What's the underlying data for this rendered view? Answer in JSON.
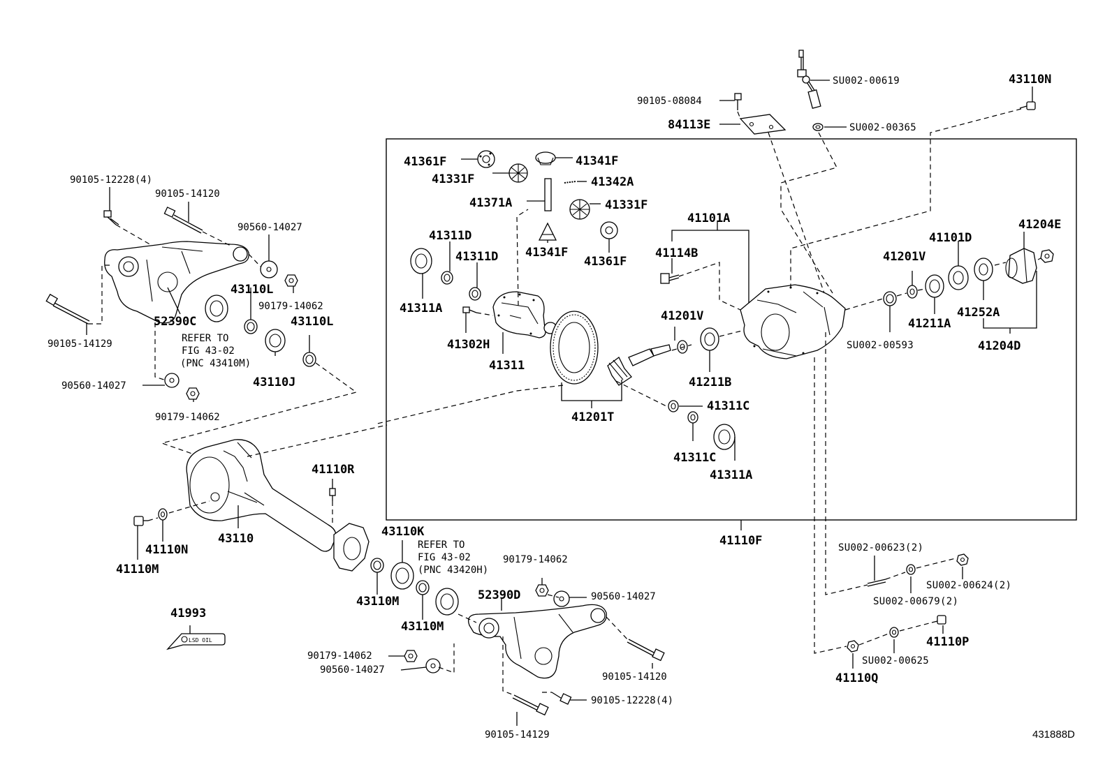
{
  "labels": {
    "l_90105_12228_4_tl": "90105-12228(4)",
    "l_90105_14120_tl": "90105-14120",
    "l_90560_14027_tl": "90560-14027",
    "l_43110L_a": "43110L",
    "l_90179_14062_tl": "90179-14062",
    "l_52390C": "52390C",
    "l_refer_to_1": "REFER TO",
    "l_fig_1": "FIG 43-02",
    "l_pnc_1": "(PNC 43410M)",
    "l_43110L_b": "43110L",
    "l_43110J": "43110J",
    "l_90105_14129_tl": "90105-14129",
    "l_90560_14027_ml": "90560-14027",
    "l_90179_14062_ml": "90179-14062",
    "l_41110R": "41110R",
    "l_43110": "43110",
    "l_41110N": "41110N",
    "l_41110M": "41110M",
    "l_43110K": "43110K",
    "l_refer_to_2": "REFER TO",
    "l_fig_2": "FIG 43-02",
    "l_pnc_2": "(PNC 43420H)",
    "l_43110M_a": "43110M",
    "l_43110M_b": "43110M",
    "l_90179_14062_bc": "90179-14062",
    "l_52390D": "52390D",
    "l_90560_14027_bc": "90560-14027",
    "l_90179_14062_bl": "90179-14062",
    "l_90560_14027_bl": "90560-14027",
    "l_90105_14120_br": "90105-14120",
    "l_90105_12228_4_br": "90105-12228(4)",
    "l_90105_14129_b": "90105-14129",
    "l_41993": "41993",
    "l_lsd_oil": "LSD OIL",
    "l_41361F_a": "41361F",
    "l_41341F_a": "41341F",
    "l_41331F_a": "41331F",
    "l_41342A": "41342A",
    "l_41371A": "41371A",
    "l_41331F_b": "41331F",
    "l_41341F_b": "41341F",
    "l_41361F_b": "41361F",
    "l_41311D_a": "41311D",
    "l_41311D_b": "41311D",
    "l_41311A_a": "41311A",
    "l_41302H": "41302H",
    "l_41311": "41311",
    "l_41201T": "41201T",
    "l_41201V_a": "41201V",
    "l_41211B": "41211B",
    "l_41311C_a": "41311C",
    "l_41311C_b": "41311C",
    "l_41311A_b": "41311A",
    "l_41101A": "41101A",
    "l_41114B": "41114B",
    "l_41201V_b": "41201V",
    "l_41101D": "41101D",
    "l_41204E": "41204E",
    "l_41211A": "41211A",
    "l_41252A": "41252A",
    "l_41204D": "41204D",
    "l_SU002_00593": "SU002-00593",
    "l_41110F": "41110F",
    "l_90105_08084": "90105-08084",
    "l_84113E": "84113E",
    "l_SU002_00619": "SU002-00619",
    "l_SU002_00365": "SU002-00365",
    "l_43110N": "43110N",
    "l_SU002_00623_2": "SU002-00623(2)",
    "l_SU002_00624_2": "SU002-00624(2)",
    "l_SU002_00679_2": "SU002-00679(2)",
    "l_41110P": "41110P",
    "l_SU002_00625": "SU002-00625",
    "l_41110Q": "41110Q",
    "l_figure_code": "431888D"
  }
}
